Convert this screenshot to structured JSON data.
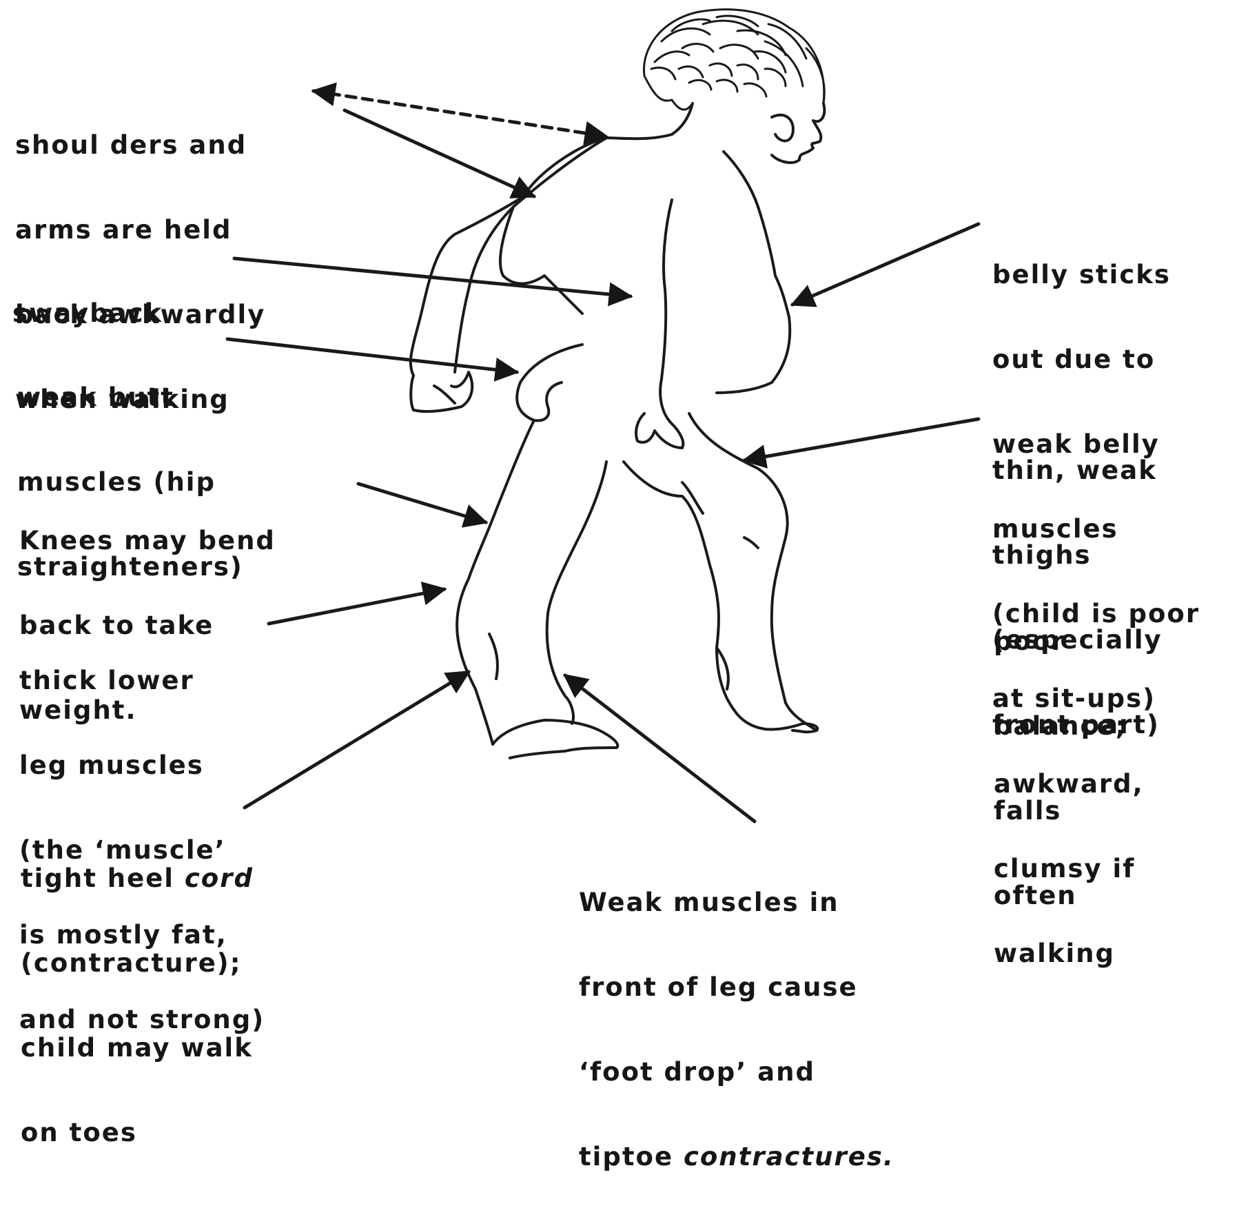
{
  "labels": {
    "shoulders": [
      "shoul ders and",
      "arms are held",
      "back awkwardly",
      "when walking"
    ],
    "swayback": [
      "swayback"
    ],
    "butt": [
      "weak butt",
      "muscles (hip",
      "straighteners)"
    ],
    "knees": [
      "Knees may bend",
      "back to take",
      "weight."
    ],
    "lower_leg": [
      "thick lower",
      "leg muscles",
      "(the ‘muscle’",
      "is mostly fat,",
      "and not strong)"
    ],
    "heel": {
      "prefix": "tight heel ",
      "emphasis": "cord",
      "lines": [
        "(contracture);",
        "child may walk",
        "on toes"
      ]
    },
    "foot_drop": {
      "lines": [
        "Weak muscles in",
        "front of leg cause",
        "‘foot drop’ and"
      ],
      "last_prefix": "tiptoe ",
      "last_emphasis": "contractures."
    },
    "belly": [
      "belly sticks",
      "out due to",
      "weak belly",
      "muscles",
      "(child is poor",
      "at sit-ups)"
    ],
    "thighs": [
      "thin, weak",
      "thighs",
      "(especially",
      "front part)"
    ],
    "balance": [
      "poor",
      "balance;",
      "falls",
      "often"
    ],
    "clumsy": [
      "awkward,",
      "clumsy if",
      "walking"
    ]
  },
  "colors": {
    "ink": "#161616",
    "background": "#ffffff"
  }
}
